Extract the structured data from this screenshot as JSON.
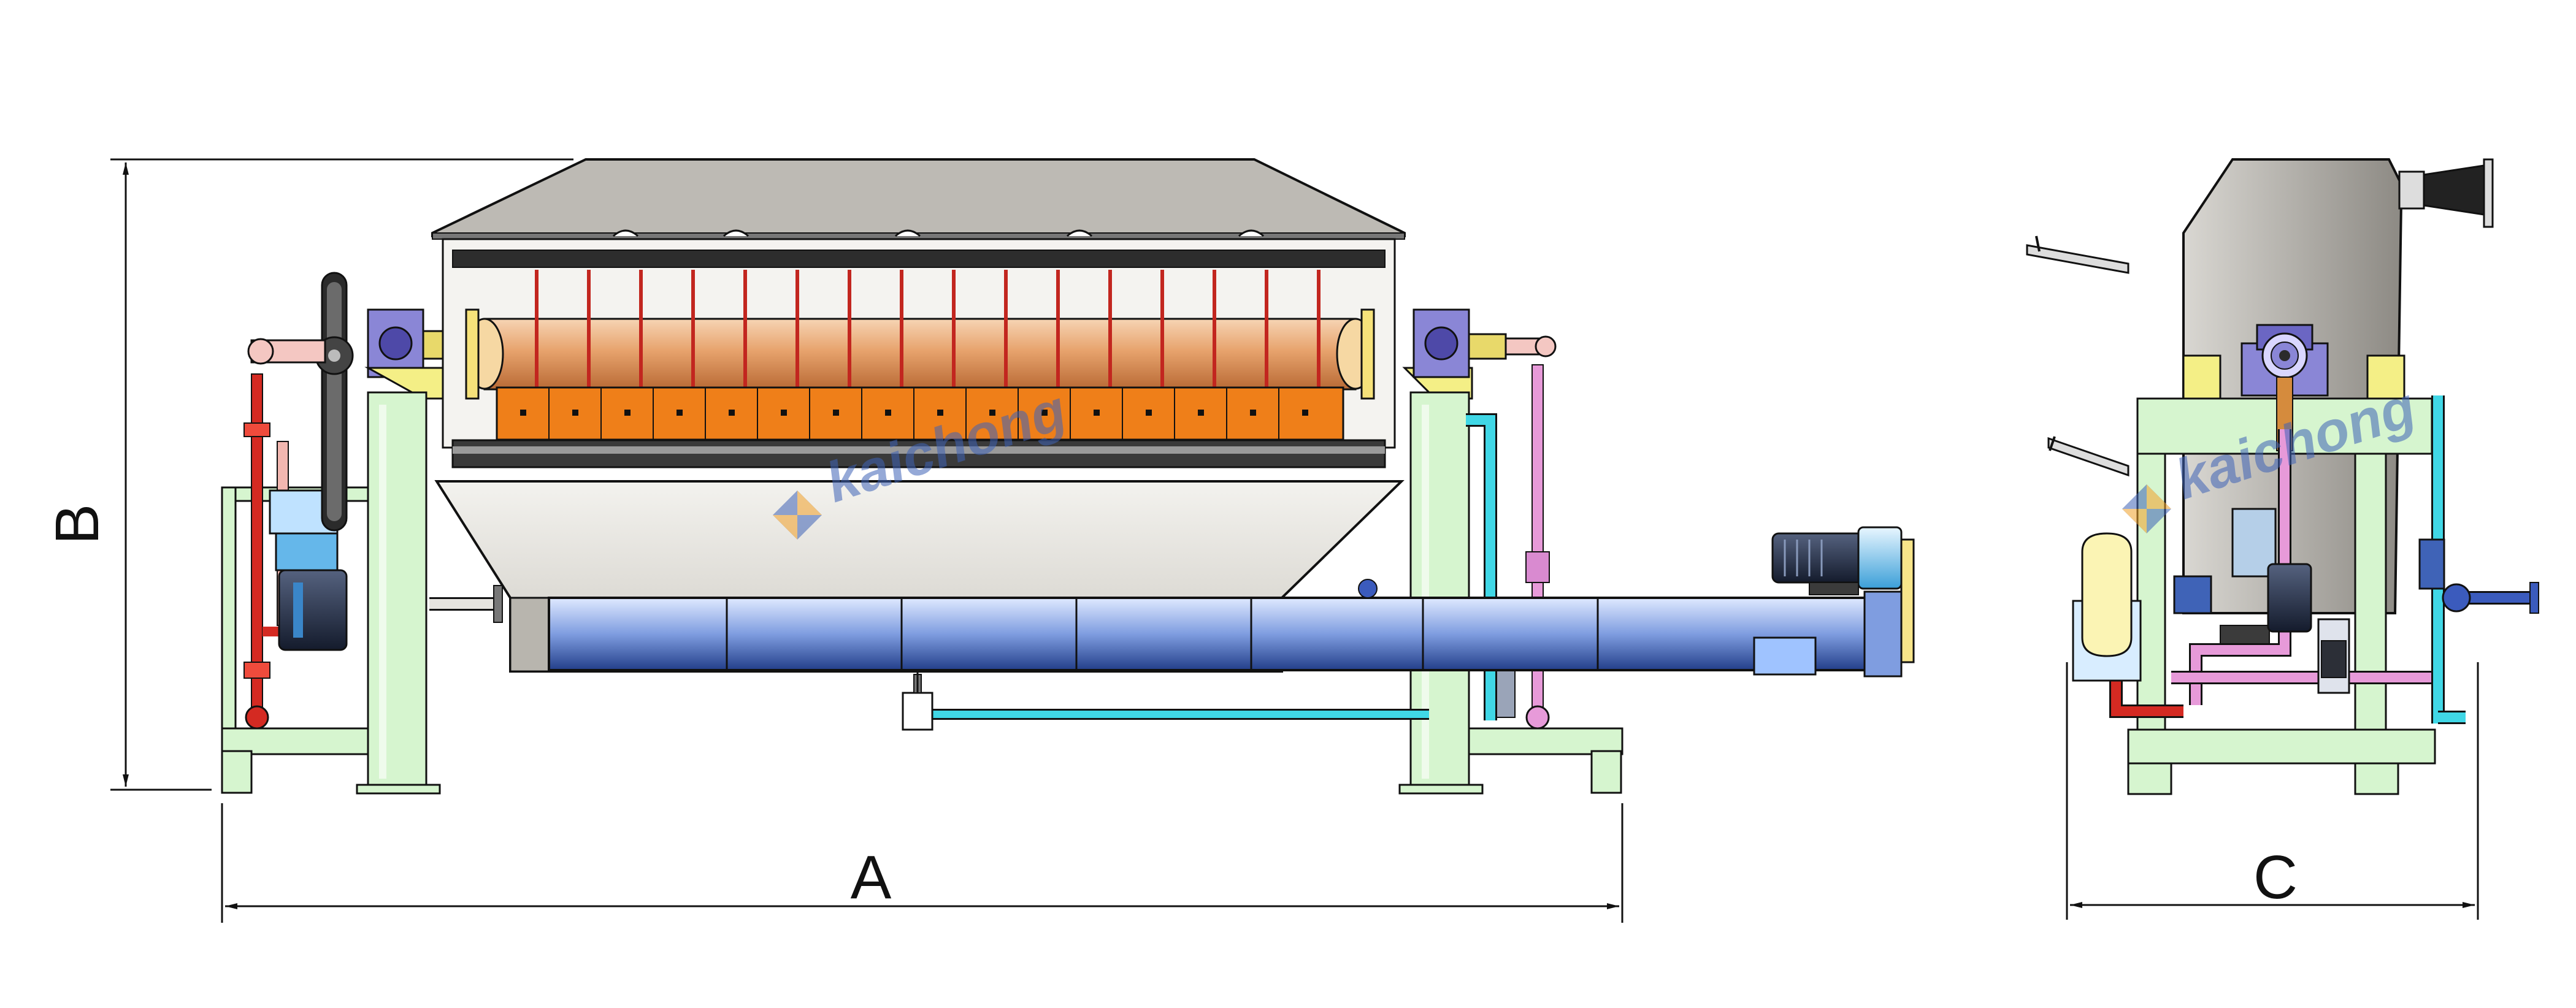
{
  "dimensions": {
    "length_label": "A",
    "height_label": "B",
    "width_label": "C"
  },
  "watermark": {
    "text": "kaichong"
  },
  "colors": {
    "outline": "#111111",
    "frame_green": "#d6f5cf",
    "hood_grey": "#bdbab4",
    "tank_grey": "#e6e4df",
    "drum_copper": "#e7a36d",
    "filter_orange": "#ef7f19",
    "conveyor_blue": "#4a6fc4",
    "pipe_cyan": "#40d7e6",
    "pipe_pink": "#e79ad9",
    "pipe_red": "#d42a22",
    "bearing_purple": "#8a86d6",
    "motor_dark": "#1f2a44",
    "watermark_blue": "#3f63b7",
    "watermark_orange": "#f2a12a"
  },
  "icons": {
    "logo": "kaichong-diamond-logo"
  }
}
